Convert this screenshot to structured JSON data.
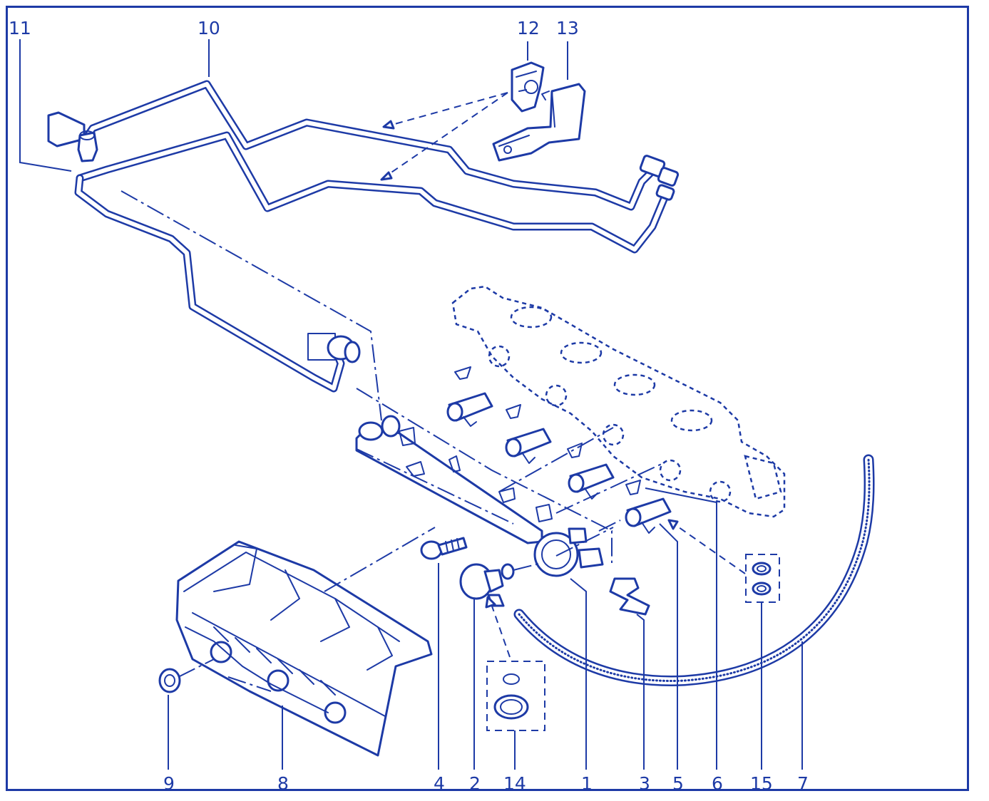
{
  "labels": {
    "p1": "1",
    "p2": "2",
    "p3": "3",
    "p4": "4",
    "p5": "5",
    "p6": "6",
    "p7": "7",
    "p8": "8",
    "p9": "9",
    "p10": "10",
    "p11": "11",
    "p12": "12",
    "p13": "13",
    "p14": "14",
    "p15": "15"
  },
  "colors": {
    "ink": "#1d3aa6",
    "paper": "#ffffff"
  }
}
